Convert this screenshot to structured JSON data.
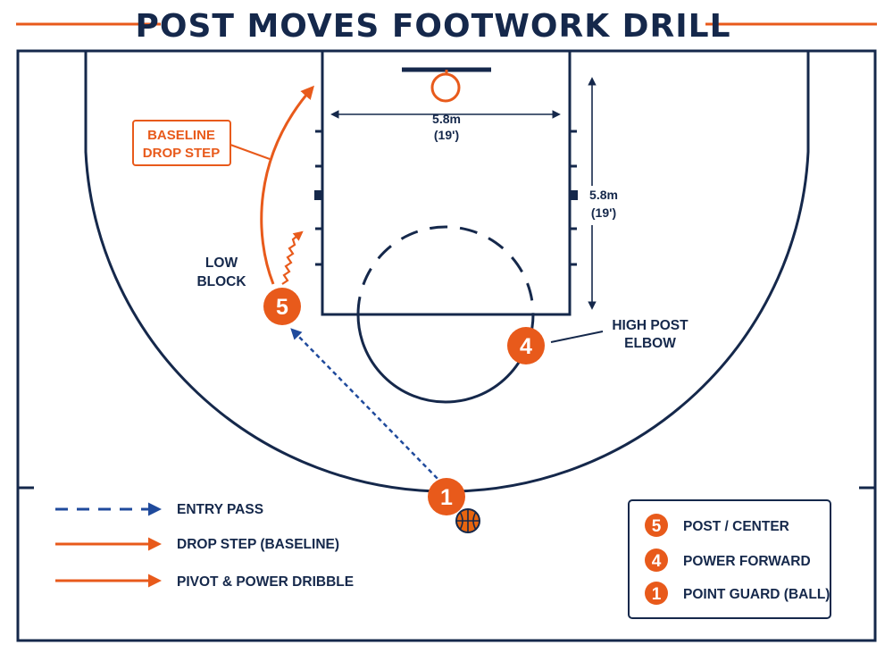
{
  "title": "POST MOVES FOOTWORK DRILL",
  "colors": {
    "navy": "#15284b",
    "orange": "#e85a1b",
    "pass_blue": "#1f4a9c"
  },
  "dimensions": {
    "lane_width": {
      "meters": "5.8m",
      "feet": "(19')"
    },
    "lane_length": {
      "meters": "5.8m",
      "feet": "(19')"
    }
  },
  "labels": {
    "low_block": [
      "LOW",
      "BLOCK"
    ],
    "high_post": [
      "HIGH POST",
      "ELBOW"
    ],
    "baseline_drop": [
      "BASELINE",
      "DROP STEP"
    ]
  },
  "players": [
    {
      "number": "5",
      "role": "POST / CENTER"
    },
    {
      "number": "4",
      "role": "POWER FORWARD"
    },
    {
      "number": "1",
      "role": "POINT GUARD (BALL)"
    }
  ],
  "legend_lines": [
    {
      "style": "dashed",
      "label": "ENTRY PASS"
    },
    {
      "style": "solid",
      "label": "DROP STEP (BASELINE)"
    },
    {
      "style": "solid",
      "label": "PIVOT & POWER DRIBBLE"
    }
  ],
  "icons": {
    "ball": "basketball-icon"
  }
}
